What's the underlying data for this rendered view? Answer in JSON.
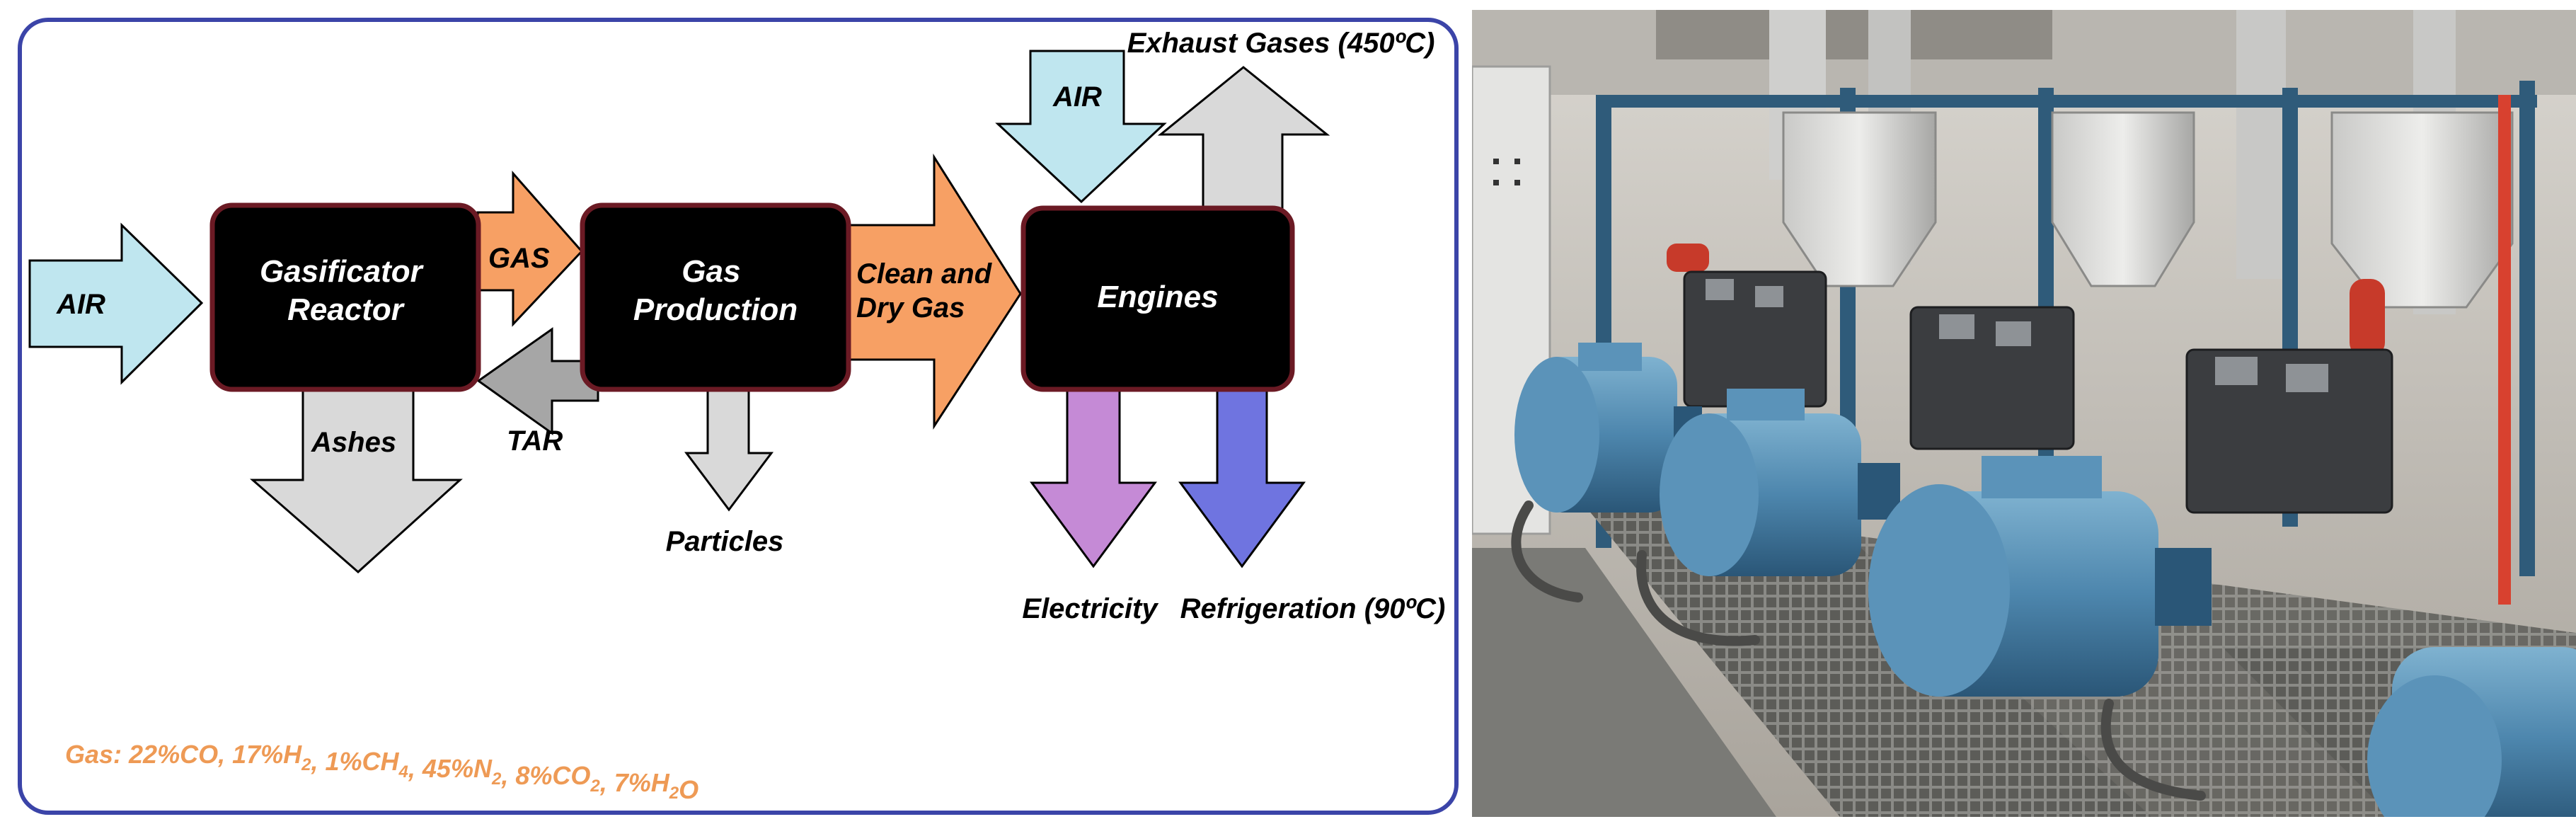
{
  "diagram": {
    "blocks": {
      "gasificator": [
        "Gasificator",
        "Reactor"
      ],
      "gas_production": [
        "Gas",
        "Production"
      ],
      "engines": "Engines"
    },
    "arrows": {
      "air_in": "AIR",
      "gas": "GAS",
      "tar": "TAR",
      "ashes": "Ashes",
      "particles": "Particles",
      "clean_dry_gas": [
        "Clean and",
        "Dry Gas"
      ],
      "air_engine": "AIR",
      "exhaust": "Exhaust Gases (450ºC)",
      "electricity": "Electricity",
      "refrigeration": "Refrigeration (90ºC)"
    },
    "composition": {
      "parts": [
        {
          "text": "Gas: 22%CO, 17%H"
        },
        {
          "sub": "2"
        },
        {
          "text": ", 1%CH"
        },
        {
          "sub": "4"
        },
        {
          "text": ", 45%N"
        },
        {
          "sub": "2"
        },
        {
          "text": ", 8%CO"
        },
        {
          "sub": "2"
        },
        {
          "text": ", 7%H"
        },
        {
          "sub": "2"
        },
        {
          "text": "O"
        }
      ]
    },
    "colors": {
      "frame": "#3b44a8",
      "block_fill": "#000000",
      "block_border": "#6b1a24",
      "air": "#bfe6ef",
      "gas": "#f7a064",
      "tar": "#a6a6a6",
      "ash": "#d9d9d9",
      "electricity": "#c58ad6",
      "refrigeration": "#6f74e0",
      "composition_text": "#ee9a55"
    }
  },
  "photo": {
    "subject": "engine-generator-room"
  }
}
